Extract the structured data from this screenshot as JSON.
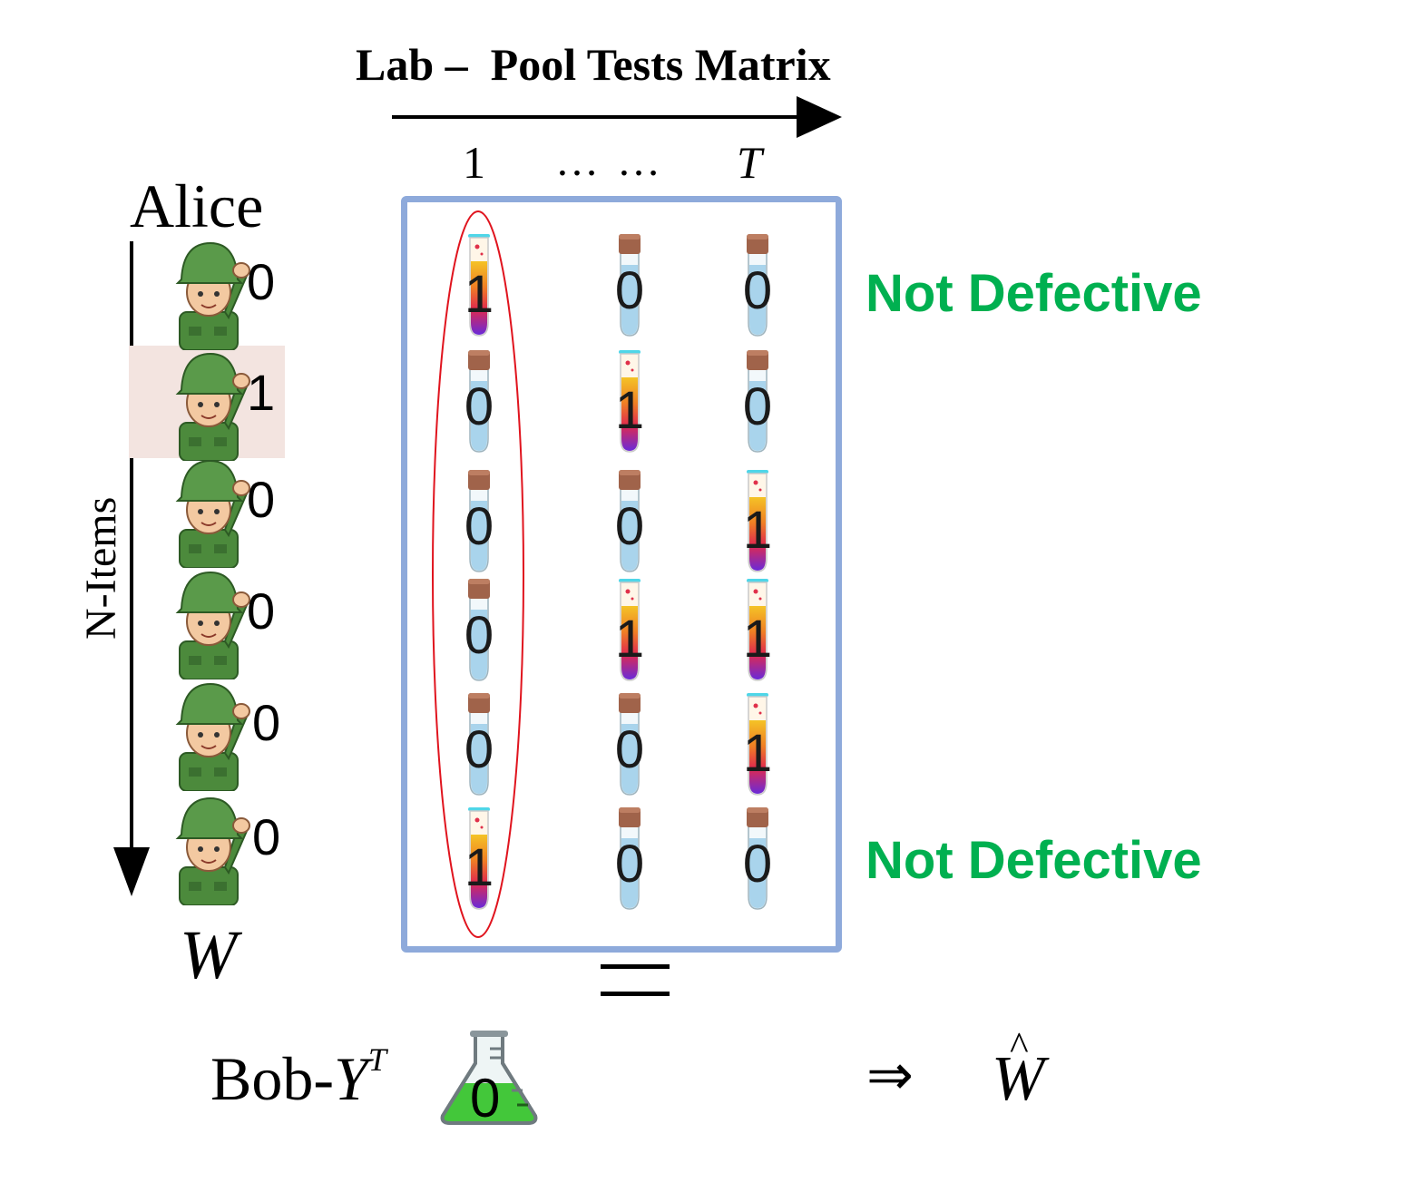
{
  "title": "Lab –  Pool Tests Matrix",
  "columns": {
    "first": "1",
    "middle": "… …",
    "last": "T"
  },
  "alice": "Alice",
  "axis_label": "N-Items",
  "w_label": "W",
  "items": [
    {
      "bit": "0",
      "highlighted": false
    },
    {
      "bit": "1",
      "highlighted": true
    },
    {
      "bit": "0",
      "highlighted": false
    },
    {
      "bit": "0",
      "highlighted": false
    },
    {
      "bit": "0",
      "highlighted": false
    },
    {
      "bit": "0",
      "highlighted": false
    }
  ],
  "matrix": [
    [
      "1",
      "0",
      "0"
    ],
    [
      "0",
      "1",
      "0"
    ],
    [
      "0",
      "0",
      "1"
    ],
    [
      "0",
      "1",
      "1"
    ],
    [
      "0",
      "0",
      "1"
    ],
    [
      "1",
      "0",
      "0"
    ]
  ],
  "status_top": "Not Defective",
  "status_bottom": "Not Defective",
  "equals": "=",
  "bob": {
    "prefix": "Bob-",
    "y": "Y",
    "sup": "T"
  },
  "flask_value": "0",
  "implies": "⇒",
  "w_hat": "W",
  "colors": {
    "frame": "#8eaadb",
    "status_green": "#00b050",
    "highlight": "#f3e4e0",
    "ellipse": "#e0141e",
    "soldier_green": "#4c8a3c"
  },
  "icons": {
    "item": "soldier-icon",
    "test": "test-tube-icon",
    "result": "flask-icon"
  }
}
